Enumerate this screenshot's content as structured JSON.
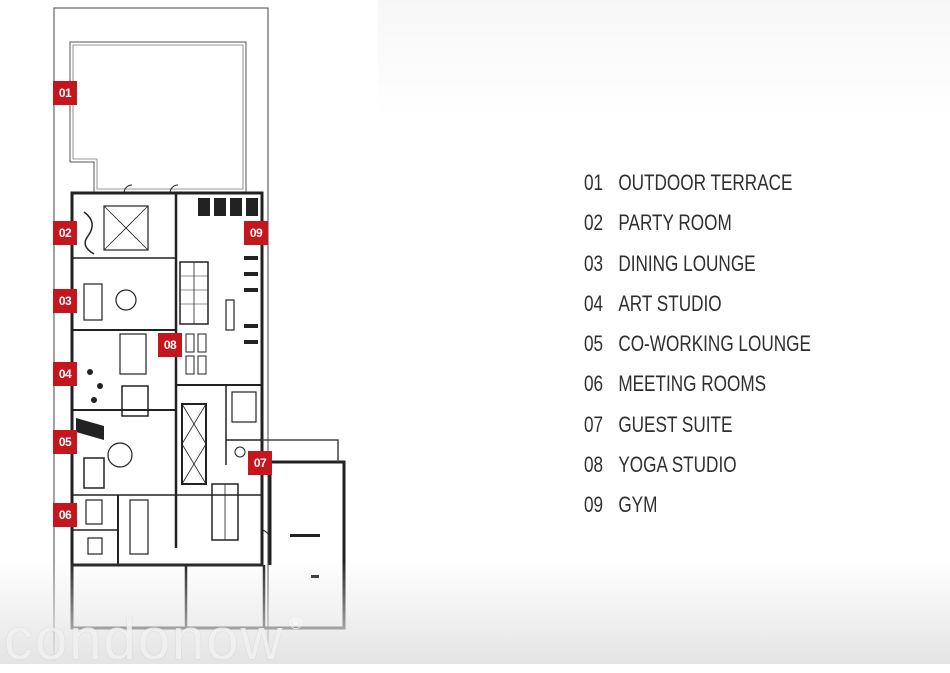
{
  "amenities": [
    {
      "num": "01",
      "name": "OUTDOOR TERRACE"
    },
    {
      "num": "02",
      "name": "PARTY ROOM"
    },
    {
      "num": "03",
      "name": "DINING LOUNGE"
    },
    {
      "num": "04",
      "name": "ART STUDIO"
    },
    {
      "num": "05",
      "name": "CO-WORKING LOUNGE"
    },
    {
      "num": "06",
      "name": "MEETING ROOMS"
    },
    {
      "num": "07",
      "name": "GUEST SUITE"
    },
    {
      "num": "08",
      "name": "YOGA STUDIO"
    },
    {
      "num": "09",
      "name": "GYM"
    }
  ],
  "colors": {
    "marker": "#c4161c",
    "walls": "#222222",
    "legend_text": "#2f2f2f"
  },
  "watermark": {
    "text": "condonow",
    "mark": "®"
  }
}
